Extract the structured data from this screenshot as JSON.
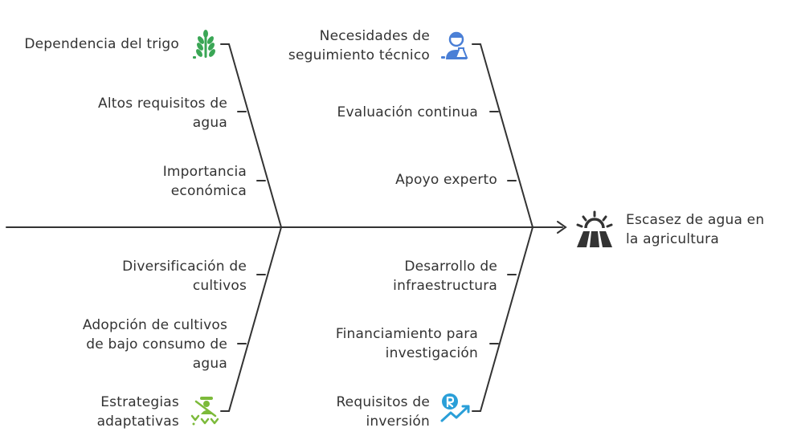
{
  "effect": {
    "label": "Escasez de agua en\nla agricultura",
    "icon": "sun-over-field-icon"
  },
  "categories": [
    {
      "title": "Dependencia del trigo",
      "icon": "wheat-icon",
      "color": "#3aa655",
      "causes": [
        "Altos requisitos de\nagua",
        "Importancia\neconómica"
      ]
    },
    {
      "title": "Necesidades de\nseguimiento técnico",
      "icon": "scientist-icon",
      "color": "#4a7fd6",
      "causes": [
        "Evaluación continua",
        "Apoyo experto"
      ]
    },
    {
      "title": "Estrategias\nadaptativas",
      "icon": "farmer-crops-icon",
      "color": "#7cba3a",
      "causes": [
        "Diversificación de\ncultivos",
        "Adopción de cultivos\nde bajo consumo de\nagua"
      ]
    },
    {
      "title": "Requisitos de\ninversión",
      "icon": "investment-growth-icon",
      "color": "#2a9fd8",
      "causes": [
        "Desarrollo de\ninfraestructura",
        "Financiamiento para\ninvestigación"
      ]
    }
  ]
}
